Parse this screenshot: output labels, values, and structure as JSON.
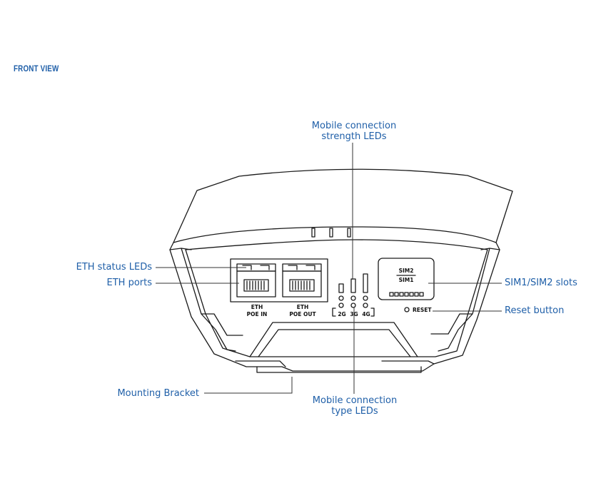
{
  "section_title": "FRONT VIEW",
  "callouts": {
    "mobile_strength": [
      "Mobile connection",
      "strength LEDs"
    ],
    "eth_status": "ETH status LEDs",
    "eth_ports": "ETH ports",
    "sim_slots": "SIM1/SIM2 slots",
    "reset_button": "Reset button",
    "mounting_bracket": "Mounting Bracket",
    "mobile_type": [
      "Mobile connection",
      "type LEDs"
    ]
  },
  "device_labels": {
    "eth_in": [
      "ETH",
      "POE IN"
    ],
    "eth_out": [
      "ETH",
      "POE OUT"
    ],
    "sim2": "SIM2",
    "sim1": "SIM1",
    "reset": "RESET",
    "led_2g": "2G",
    "led_3g": "3G",
    "led_4g": "4G"
  },
  "colors": {
    "callout_text": "#1f5fa8",
    "outline": "#1a1a1a"
  }
}
